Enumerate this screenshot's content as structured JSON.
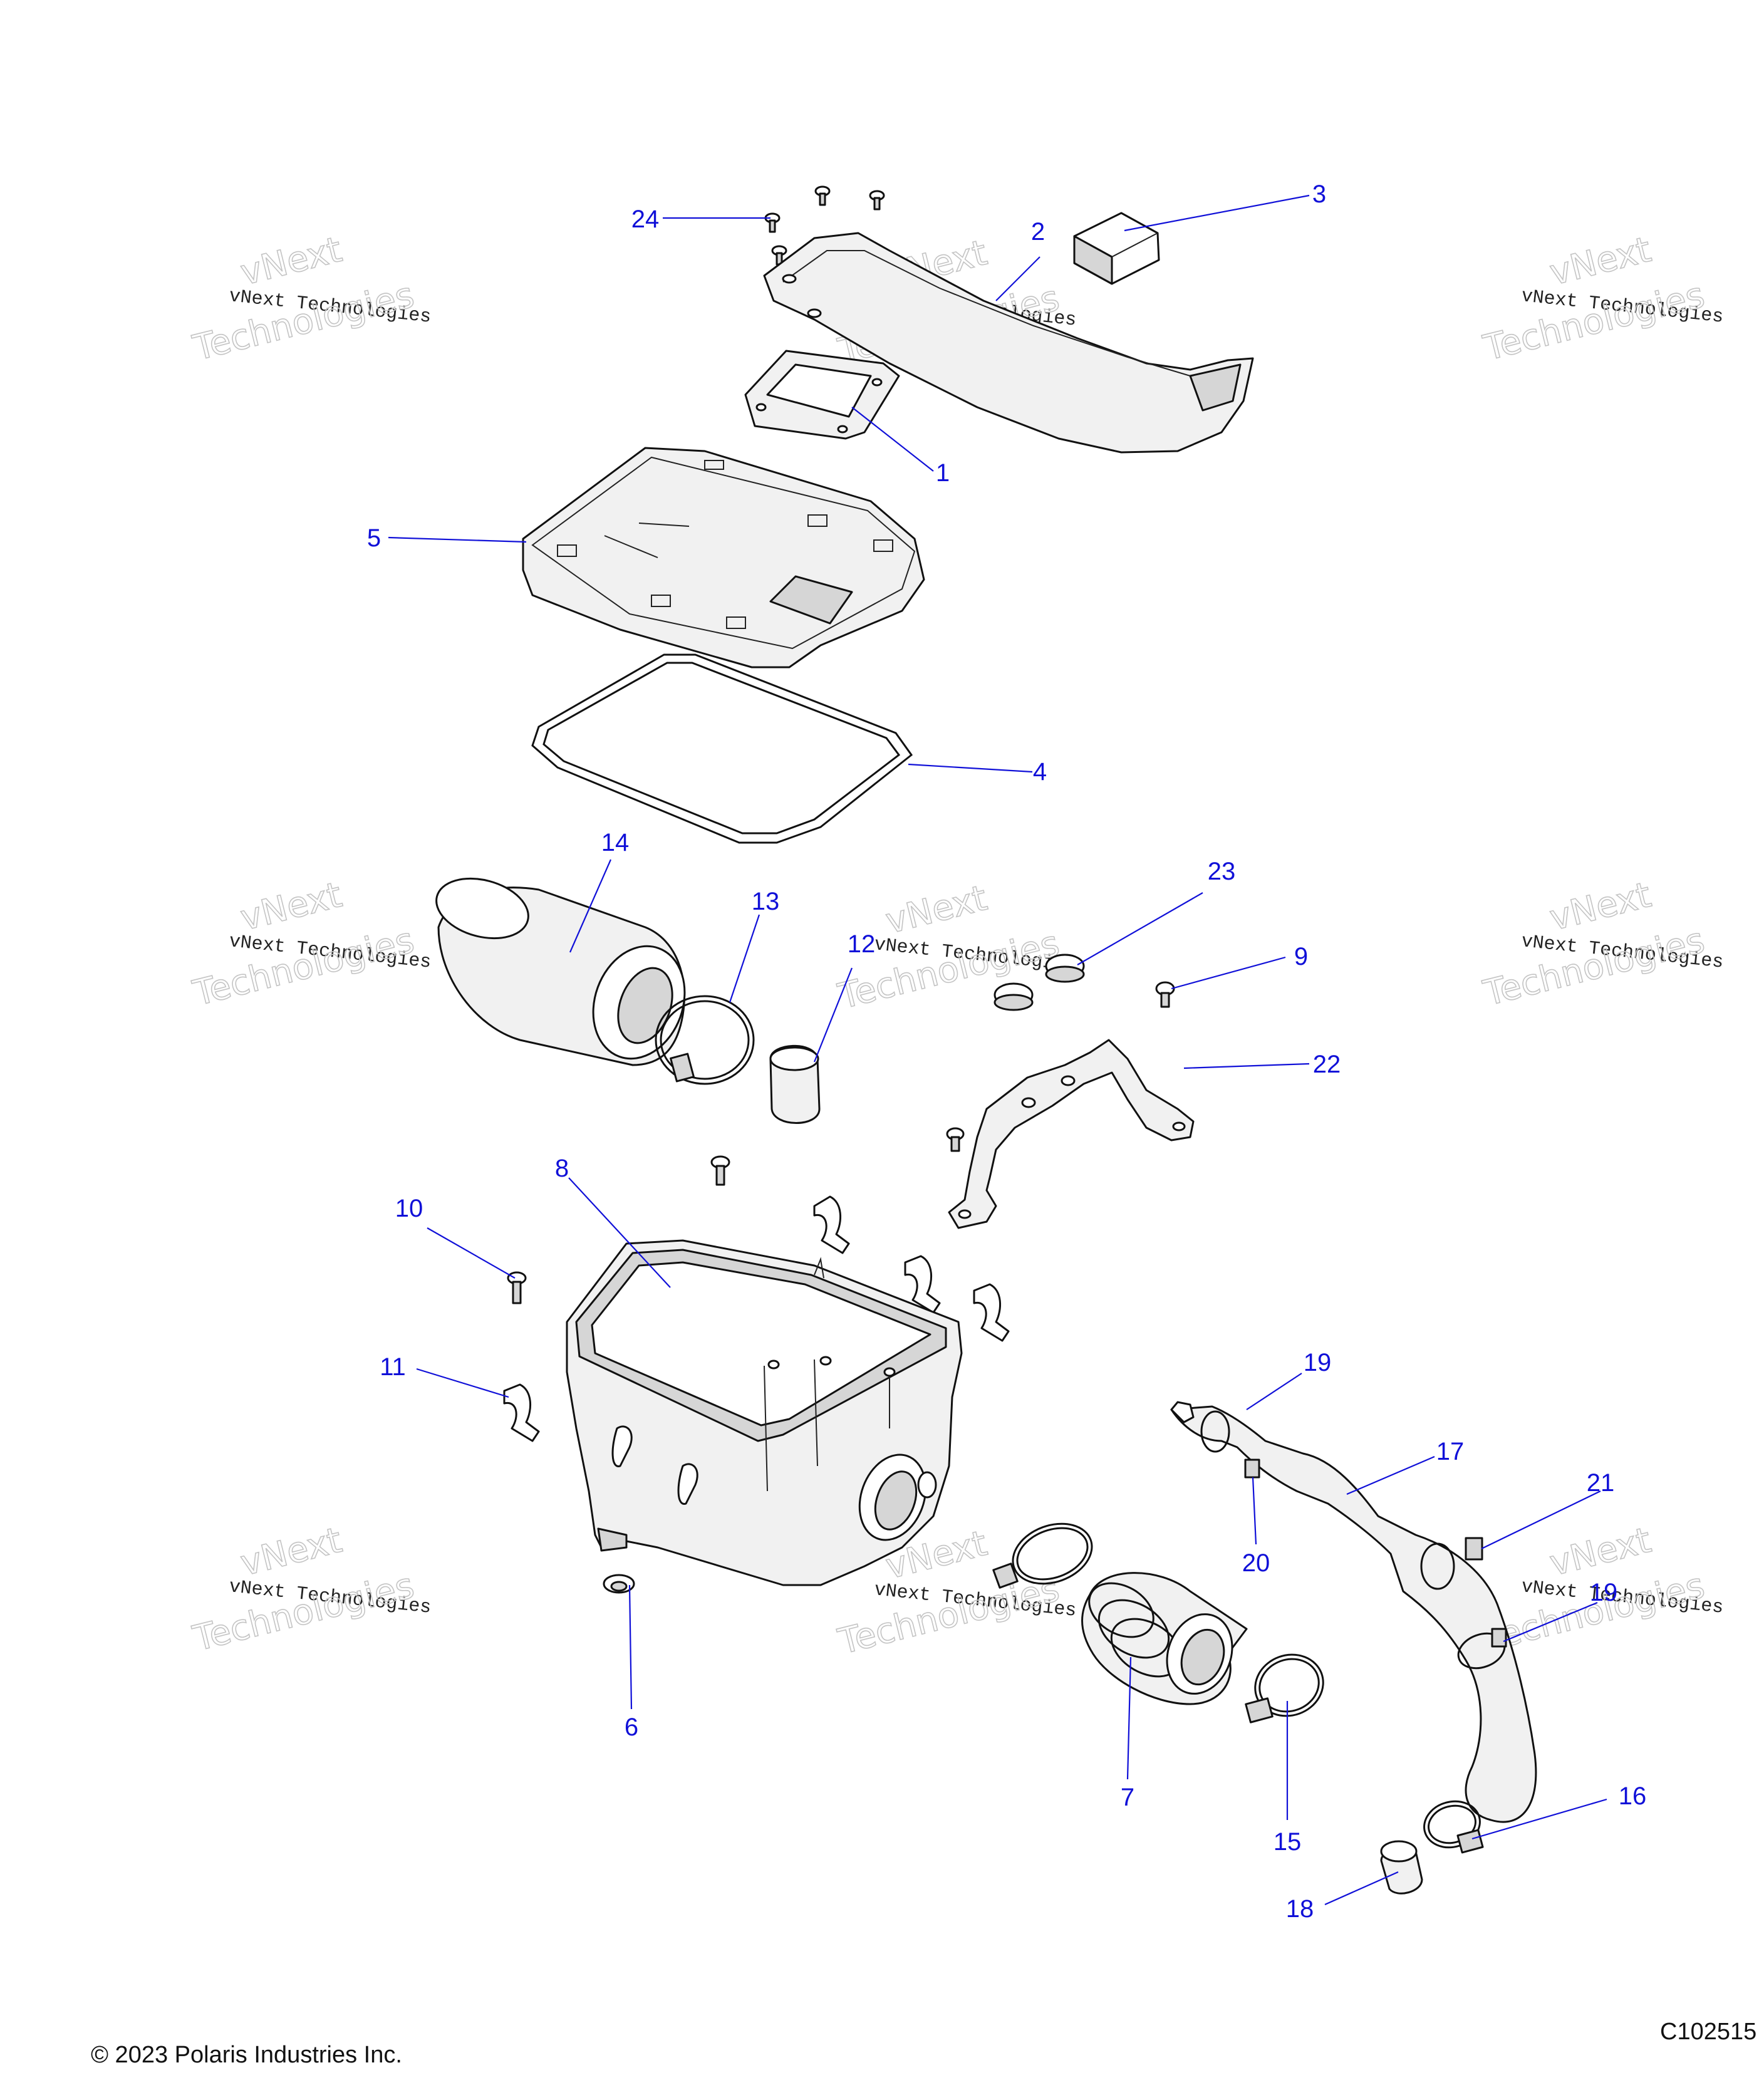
{
  "diagram": {
    "callouts": [
      "1",
      "2",
      "3",
      "4",
      "5",
      "6",
      "7",
      "8",
      "9",
      "10",
      "11",
      "12",
      "13",
      "14",
      "15",
      "16",
      "17",
      "18",
      "19",
      "19",
      "20",
      "21",
      "22",
      "23",
      "24"
    ],
    "watermark": {
      "line1": "vNext",
      "line2": "vNext Technologies",
      "line3": "Technologies"
    },
    "copyright": "© 2023 Polaris Industries Inc.",
    "figure_id": "C102515"
  },
  "colors": {
    "callout": "#1010d8",
    "outline": "#111111",
    "watermark": "#bdbdbd"
  }
}
